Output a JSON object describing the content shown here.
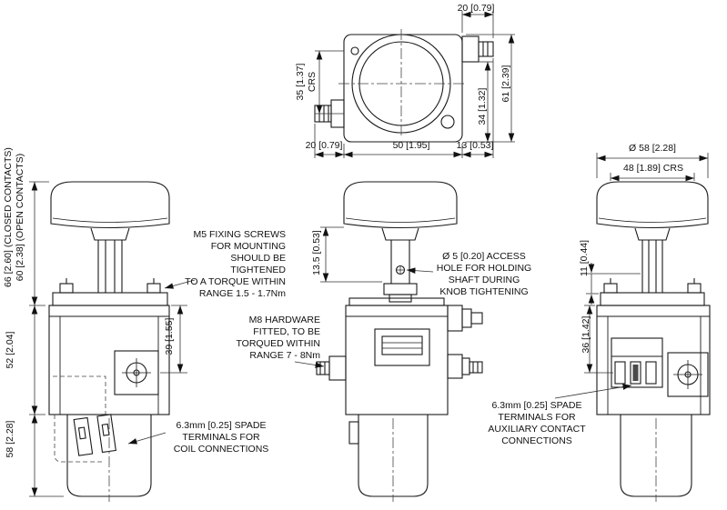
{
  "views": {
    "top": {
      "dims": {
        "width_20_top": "20 [0.79]",
        "crs_35": "35 [1.37]\nCRS",
        "height_61": "61 [2.39]",
        "height_34": "34 [1.32]",
        "left_20": "20 [0.79]",
        "width_50": "50 [1.95]",
        "right_13": "13 [0.53]"
      }
    },
    "front_left": {
      "dims": {
        "closed_contacts_66": "66 [2.60] (CLOSED CONTACTS)",
        "open_contacts_60": "60 [2.38] (OPEN CONTACTS)",
        "body_52": "52 [2.04]",
        "base_58": "58 [2.28]",
        "boss_39": "39 [1.55]"
      },
      "notes": {
        "m5": "M5 FIXING SCREWS\nFOR MOUNTING\nSHOULD BE TIGHTENED\nTO A TORQUE WITHIN\nRANGE 1.5 - 1.7Nm",
        "coil_spade": "6.3mm [0.25] SPADE\nTERMINALS FOR\nCOIL CONNECTIONS"
      }
    },
    "front_center": {
      "dims": {
        "shaft_13_5": "13.5 [0.53]"
      },
      "notes": {
        "m8": "M8 HARDWARE\nFITTED, TO BE\nTORQUED WITHIN\nRANGE 7 - 8Nm",
        "access_hole": "Ø 5 [0.20] ACCESS\nHOLE FOR HOLDING\nSHAFT DURING\nKNOB TIGHTENING"
      }
    },
    "side_right": {
      "dims": {
        "knob_dia_58": "Ø 58 [2.28]",
        "crs_48": "48 [1.89]  CRS",
        "offset_11": "11 [0.44]",
        "aux_36": "36 [1.42]"
      },
      "notes": {
        "aux_spade": "6.3mm [0.25] SPADE\nTERMINALS FOR\nAUXILIARY CONTACT\nCONNECTIONS"
      }
    }
  }
}
